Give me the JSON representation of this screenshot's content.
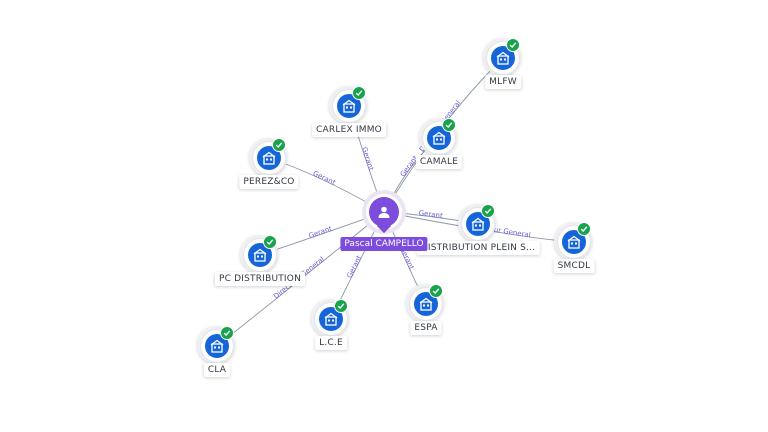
{
  "center": {
    "name": "Pascal CAMPELLO",
    "icon": "person-icon",
    "color": "#7c4ddd"
  },
  "companies": [
    {
      "id": "mlfw",
      "name": "MLFW",
      "icon": "building-icon",
      "verified": true
    },
    {
      "id": "carlex",
      "name": "CARLEX IMMO",
      "icon": "building-icon",
      "verified": true
    },
    {
      "id": "camale",
      "name": "CAMALE",
      "icon": "building-icon",
      "verified": true
    },
    {
      "id": "perez",
      "name": "PEREZ&CO",
      "icon": "building-icon",
      "verified": true
    },
    {
      "id": "pcdist",
      "name": "PC DISTRIBUTION",
      "icon": "building-icon",
      "verified": true
    },
    {
      "id": "distplein",
      "name": "DISTRIBUTION PLEIN S...",
      "icon": "building-icon",
      "verified": true
    },
    {
      "id": "smcdl",
      "name": "SMCDL",
      "icon": "building-icon",
      "verified": true
    },
    {
      "id": "espa",
      "name": "ESPA",
      "icon": "building-icon",
      "verified": true
    },
    {
      "id": "lce",
      "name": "L.C.E",
      "icon": "building-icon",
      "verified": true
    },
    {
      "id": "cla",
      "name": "CLA",
      "icon": "building-icon",
      "verified": true
    }
  ],
  "relations": [
    {
      "target": "carlex",
      "label": "Gerant"
    },
    {
      "target": "camale",
      "label": "Gerant"
    },
    {
      "target": "mlfw",
      "label": "Directeur General"
    },
    {
      "target": "perez",
      "label": "Gerant"
    },
    {
      "target": "pcdist",
      "label": "Gerant"
    },
    {
      "target": "distplein",
      "label": "Gerant"
    },
    {
      "target": "smcdl",
      "label": "Directeur General"
    },
    {
      "target": "espa",
      "label": "Gerant"
    },
    {
      "target": "lce",
      "label": "Gerant"
    },
    {
      "target": "cla",
      "label": "Directeur General"
    }
  ],
  "colors": {
    "node": "#1565d8",
    "check": "#16a34a",
    "edge": "#8a96a8",
    "edge_label": "#6b5cd6"
  }
}
